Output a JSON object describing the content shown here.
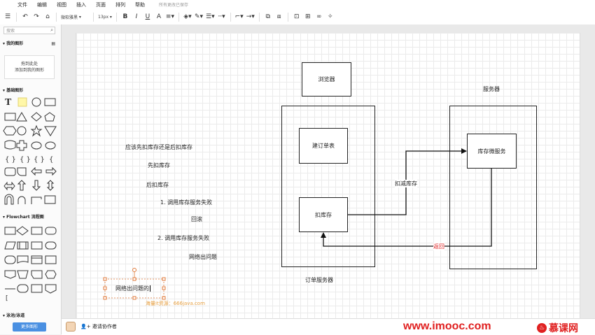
{
  "menu": {
    "items": [
      "文件",
      "编辑",
      "视图",
      "插入",
      "页面",
      "排列",
      "帮助"
    ],
    "status": "所有更改已保存"
  },
  "toolbar": {
    "font_name": "微软雅黑",
    "font_size": "13px",
    "bold": "B",
    "italic": "I",
    "underline": "U",
    "text_color": "A"
  },
  "sidebar": {
    "search_placeholder": "搜索",
    "my_shapes": "我的图形",
    "dropzone_line1": "拖到此处",
    "dropzone_line2": "添加到我的图形",
    "basic": "基础图形",
    "flowchart": "Flowchart 流程图",
    "swimlane": "泳池/泳道",
    "more_button": "更多图形"
  },
  "bottom": {
    "invite": "邀请协作者"
  },
  "diagram": {
    "browser": "浏览器",
    "server_label": "服务器",
    "create_order": "建订单表",
    "deduct_stock": "扣库存",
    "order_service": "订单服务器",
    "stock_service": "库存微服务",
    "deduct_arrow": "扣减库存",
    "return_arrow": "返回",
    "notes": [
      "应该先扣库存还是后扣库存",
      "先扣库存",
      "后扣库存",
      "1. 调用库存服务失败",
      "回滚",
      "2. 调用库存服务失败",
      "网络出问题"
    ],
    "editing_text": "网络出问题的",
    "watermark_red": "海量it资源：",
    "watermark_url": "666java.com"
  },
  "brand": {
    "site": "www.imooc.com",
    "logo_text": "慕课网"
  },
  "colors": {
    "accent": "#4a90e2",
    "red": "#e02020",
    "handle": "#e07a3a"
  }
}
